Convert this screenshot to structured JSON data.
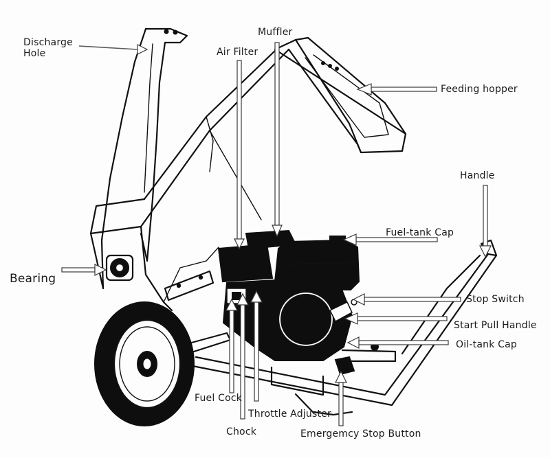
{
  "labels": {
    "discharge_hole_line1": "Discharge",
    "discharge_hole_line2": "Hole",
    "muffler": "Muffler",
    "air_filter": "Air Filter",
    "feeding_hopper": "Feeding hopper",
    "handle": "Handle",
    "fuel_tank_cap": "Fuel-tank Cap",
    "bearing": "Bearing",
    "stop_switch": "Stop Switch",
    "start_pull_handle": "Start Pull Handle",
    "oil_tank_cap": "Oil-tank Cap",
    "fuel_cock": "Fuel Cock",
    "throttle_adjuster": "Throttle Adjuster",
    "chock": "Chock",
    "emergency_stop_button": "Emergemcy Stop Button"
  },
  "colors": {
    "ink": "#111111",
    "background": "#fdfdfd",
    "leader": "#5a5a5a"
  }
}
